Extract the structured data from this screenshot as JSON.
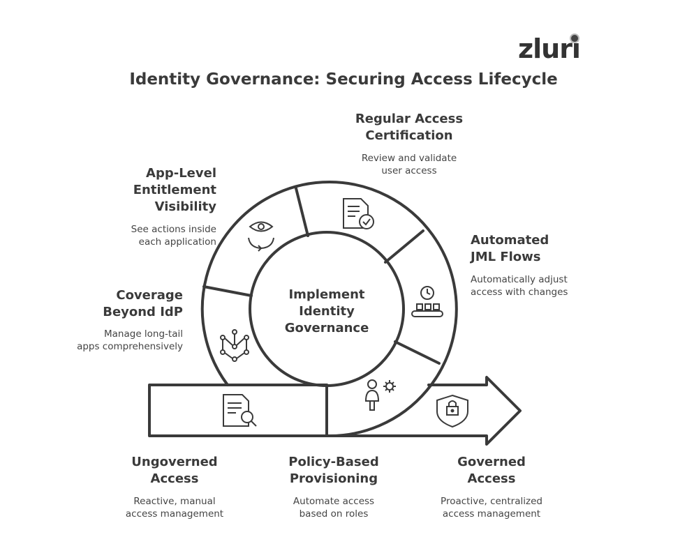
{
  "brand": {
    "logo_text": "zluri"
  },
  "title": "Identity Governance: Securing Access Lifecycle",
  "center": {
    "line1": "Implement",
    "line2": "Identity",
    "line3": "Governance"
  },
  "stages": {
    "regular_access": {
      "title1": "Regular Access",
      "title2": "Certification",
      "desc1": "Review and validate",
      "desc2": "user access",
      "icon": "document-check-icon"
    },
    "app_level": {
      "title1": "App-Level",
      "title2": "Entitlement",
      "title3": "Visibility",
      "desc1": "See actions inside",
      "desc2": "each application",
      "icon": "eye-refresh-icon"
    },
    "automated_jml": {
      "title1": "Automated",
      "title2": "JML Flows",
      "desc1": "Automatically adjust",
      "desc2": "access with changes",
      "icon": "clock-conveyor-icon"
    },
    "coverage": {
      "title1": "Coverage",
      "title2": "Beyond IdP",
      "desc1": "Manage long-tail",
      "desc2": "apps comprehensively",
      "icon": "network-icon"
    },
    "ungoverned": {
      "title1": "Ungoverned",
      "title2": "Access",
      "desc1": "Reactive, manual",
      "desc2": "access management",
      "icon": "document-search-icon"
    },
    "policy_based": {
      "title1": "Policy-Based",
      "title2": "Provisioning",
      "desc1": "Automate access",
      "desc2": "based on roles",
      "icon": "user-gear-icon"
    },
    "governed": {
      "title1": "Governed",
      "title2": "Access",
      "desc1": "Proactive, centralized",
      "desc2": "access management",
      "icon": "shield-lock-icon"
    }
  }
}
